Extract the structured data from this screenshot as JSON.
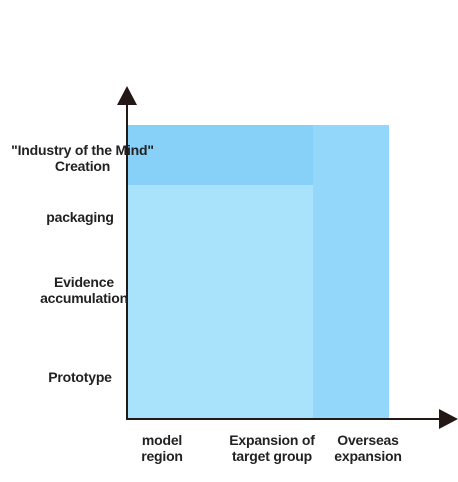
{
  "colors": {
    "outer_region": "#93d8fb",
    "inner_region": "#a9e2fb",
    "overlap_region": "#87d0f8",
    "axis": "#231815",
    "text": "#222222"
  },
  "y_axis": {
    "labels": [
      {
        "line1": "\"Industry of the Mind\"",
        "line2": "Creation"
      },
      {
        "line1": "packaging",
        "line2": ""
      },
      {
        "line1": "Evidence",
        "line2": "accumulation"
      },
      {
        "line1": "Prototype",
        "line2": ""
      }
    ]
  },
  "x_axis": {
    "labels": [
      {
        "line1": "model",
        "line2": "region"
      },
      {
        "line1": "Expansion of",
        "line2": "target group"
      },
      {
        "line1": "Overseas",
        "line2": "expansion"
      }
    ]
  }
}
